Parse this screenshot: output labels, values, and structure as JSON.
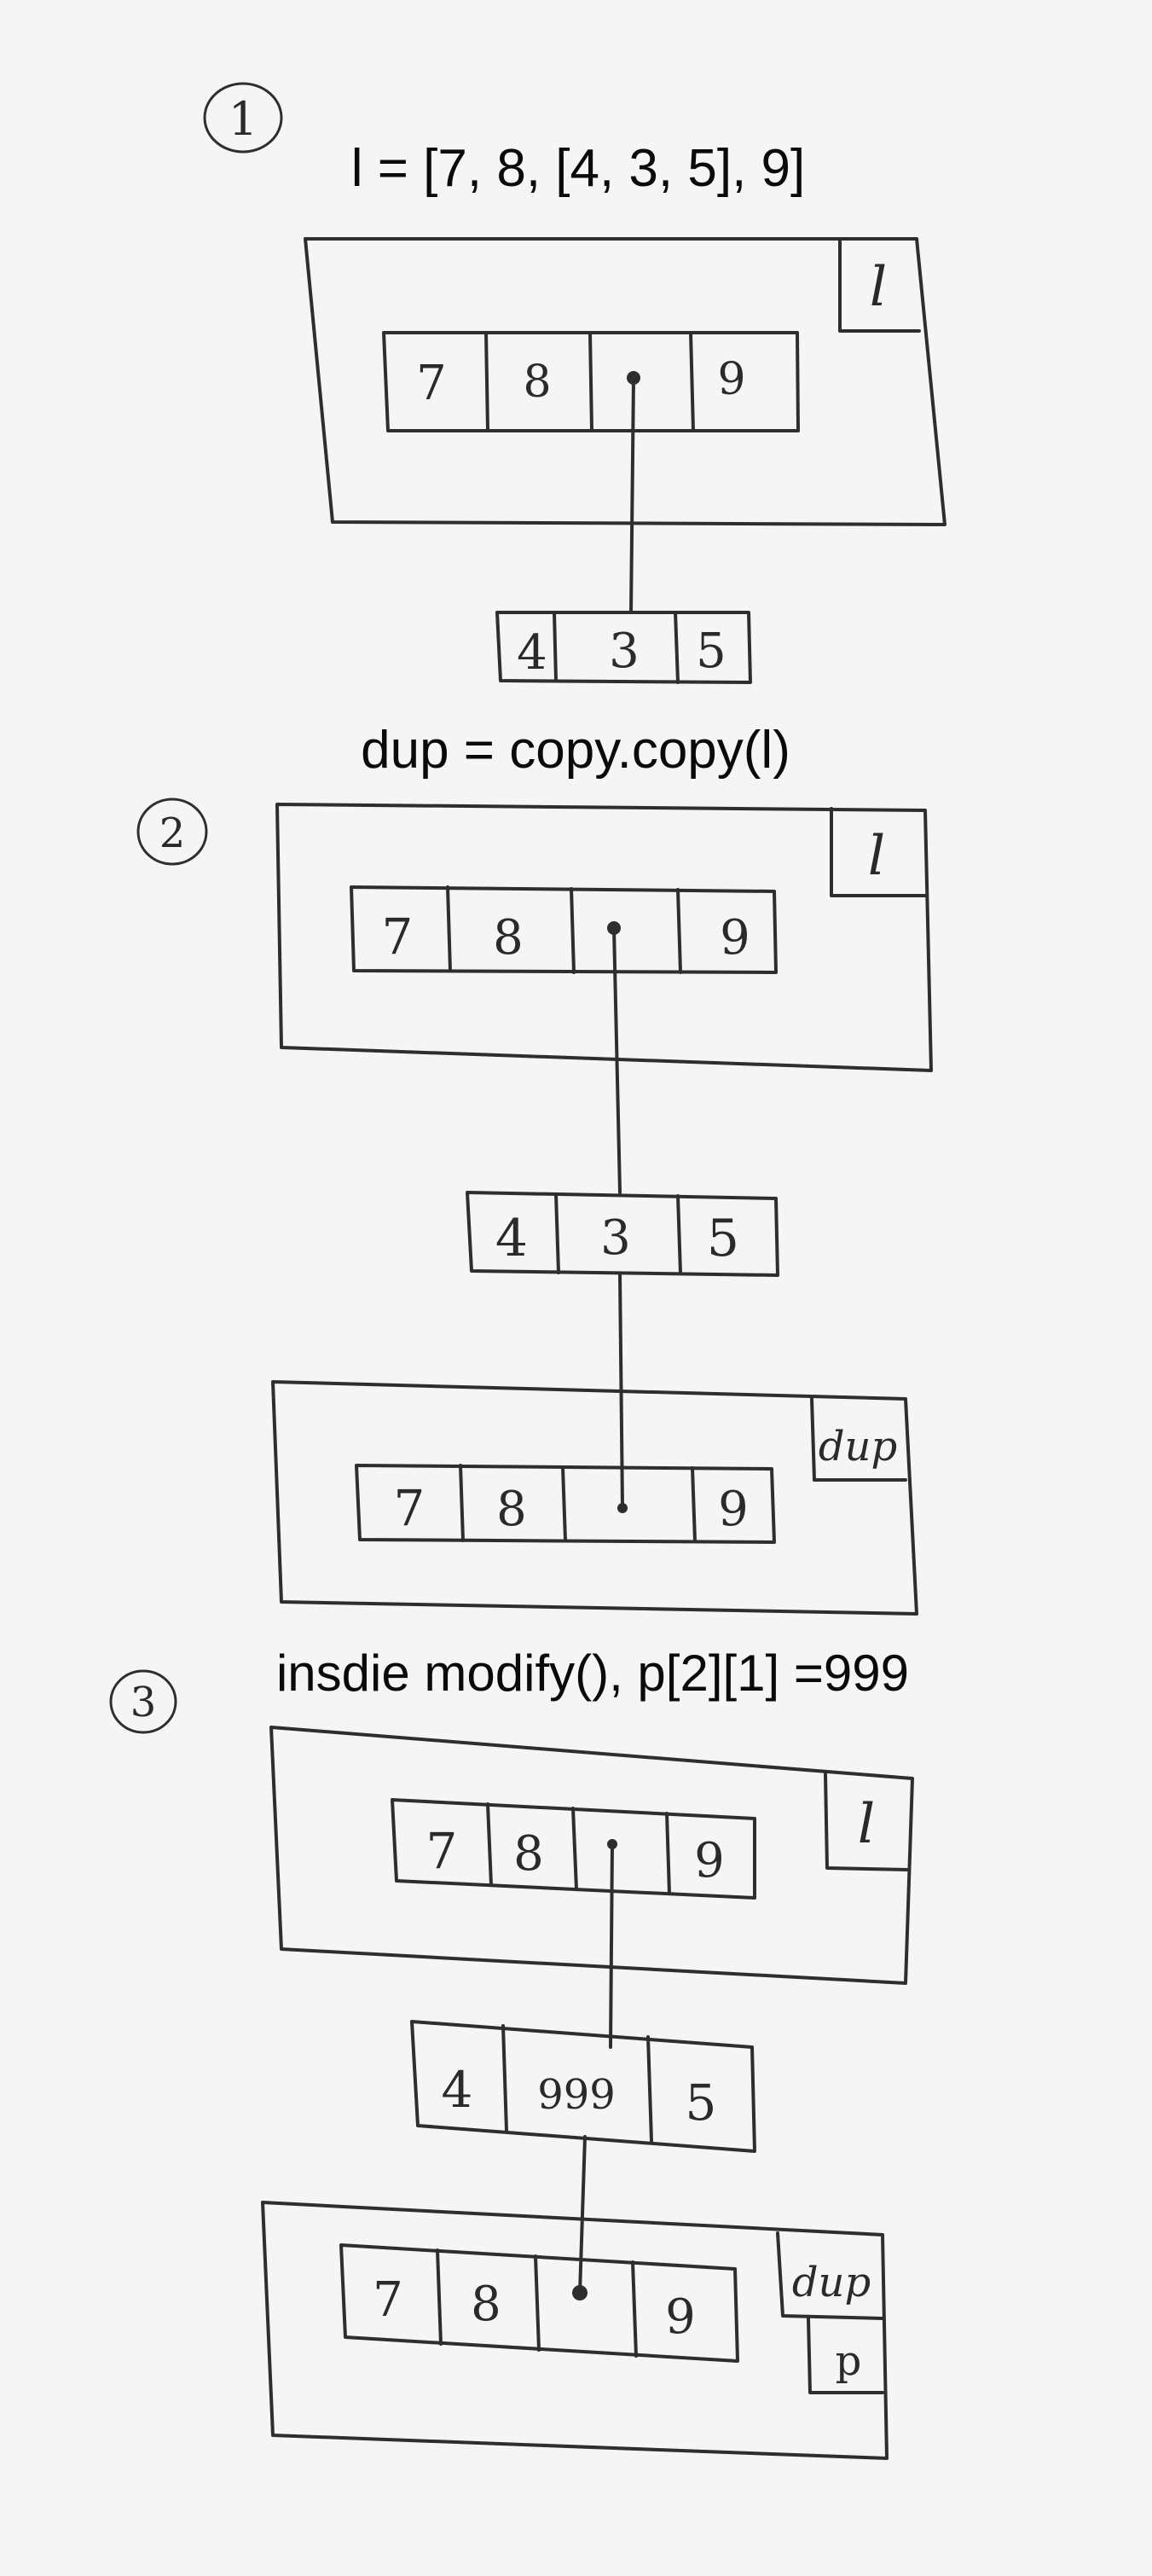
{
  "steps": [
    {
      "marker": "1",
      "caption": "l = [7, 8, [4, 3, 5], 9]",
      "outer_lists": [
        {
          "label": "l",
          "cells": [
            "7",
            "8",
            "",
            "9"
          ],
          "ref_cell": 2
        }
      ],
      "inner_list": [
        "4",
        "3",
        "5"
      ]
    },
    {
      "marker": "2",
      "caption": "dup = copy.copy(l)",
      "outer_lists": [
        {
          "label": "l",
          "cells": [
            "7",
            "8",
            "",
            "9"
          ],
          "ref_cell": 2
        },
        {
          "label": "dup",
          "cells": [
            "7",
            "8",
            "",
            "9"
          ],
          "ref_cell": 2
        }
      ],
      "inner_list": [
        "4",
        "3",
        "5"
      ]
    },
    {
      "marker": "3",
      "caption": "insdie modify(), p[2][1] =999",
      "outer_lists": [
        {
          "label": "l",
          "cells": [
            "7",
            "8",
            "",
            "9"
          ],
          "ref_cell": 2
        },
        {
          "label": "dup",
          "extra_label": "p",
          "cells": [
            "7",
            "8",
            "",
            "9"
          ],
          "ref_cell": 2
        }
      ],
      "inner_list": [
        "4",
        "999",
        "5"
      ]
    }
  ],
  "colors": {
    "ink": "#2e2e2e",
    "paper": "#f5f5f5"
  }
}
